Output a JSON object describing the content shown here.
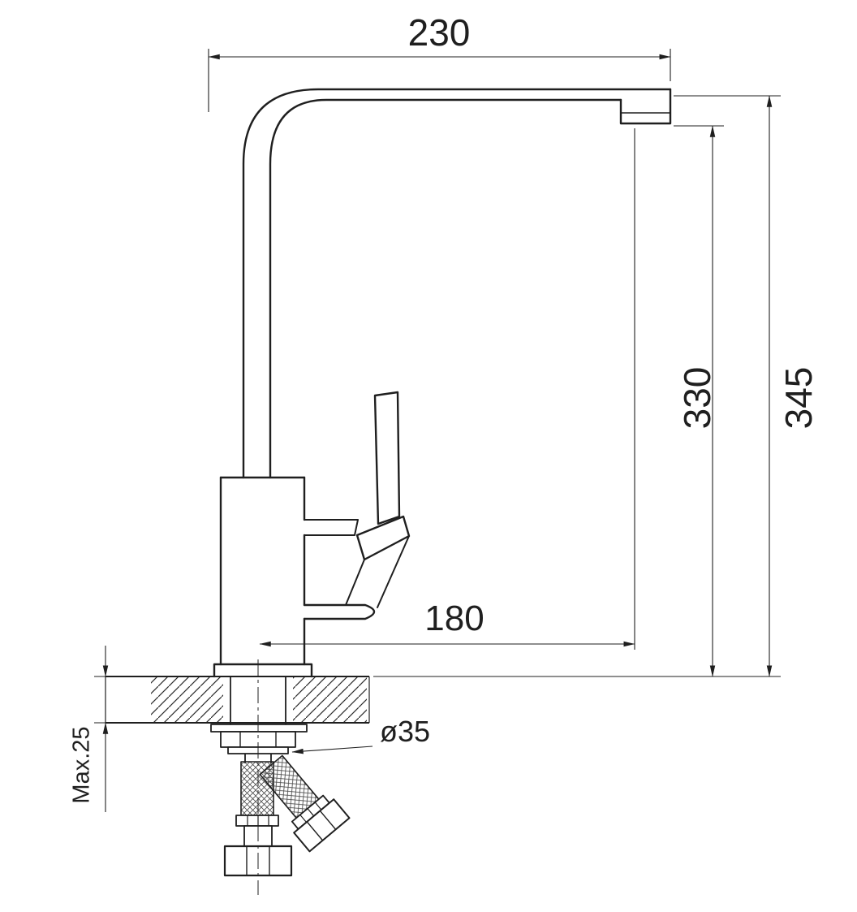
{
  "colors": {
    "line": "#1f1f1f",
    "background": "#ffffff"
  },
  "drawing": {
    "dimensions": {
      "spout_width": "230",
      "spout_height": "330",
      "total_height": "345",
      "spout_reach": "180",
      "hole_diameter": "ø35",
      "max_mounting_thickness": "Max.25"
    }
  }
}
